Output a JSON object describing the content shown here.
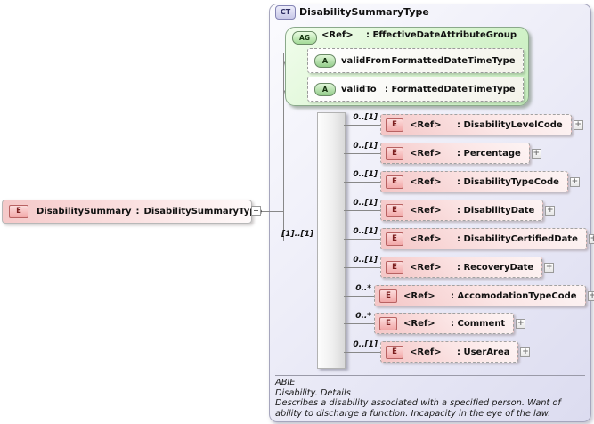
{
  "separator": ":",
  "icons": {
    "expand_plus": "+",
    "sequence_icon": "sequence-model-group",
    "collapse_handle": "expanded-connector"
  },
  "root_element": {
    "badge": "E",
    "name": "DisabilitySummary",
    "type": "DisabilitySummaryType"
  },
  "panel": {
    "badge": "CT",
    "title": "DisabilitySummaryType",
    "attribute_group": {
      "badge": "AG",
      "ref": "<Ref>",
      "type": "EffectiveDateAttributeGroup",
      "attributes": [
        {
          "badge": "A",
          "name": "validFrom",
          "type": "FormattedDateTimeType"
        },
        {
          "badge": "A",
          "name": "validTo",
          "type": "FormattedDateTimeType"
        }
      ]
    },
    "sequence": {
      "cardinality": "[1]..[1]"
    },
    "children": [
      {
        "badge": "E",
        "ref": "<Ref>",
        "type": "DisabilityLevelCode",
        "cardinality": "0..[1]"
      },
      {
        "badge": "E",
        "ref": "<Ref>",
        "type": "Percentage",
        "cardinality": "0..[1]"
      },
      {
        "badge": "E",
        "ref": "<Ref>",
        "type": "DisabilityTypeCode",
        "cardinality": "0..[1]"
      },
      {
        "badge": "E",
        "ref": "<Ref>",
        "type": "DisabilityDate",
        "cardinality": "0..[1]"
      },
      {
        "badge": "E",
        "ref": "<Ref>",
        "type": "DisabilityCertifiedDate",
        "cardinality": "0..[1]"
      },
      {
        "badge": "E",
        "ref": "<Ref>",
        "type": "RecoveryDate",
        "cardinality": "0..[1]"
      },
      {
        "badge": "E",
        "ref": "<Ref>",
        "type": "AccomodationTypeCode",
        "cardinality": "0..*"
      },
      {
        "badge": "E",
        "ref": "<Ref>",
        "type": "Comment",
        "cardinality": "0..*"
      },
      {
        "badge": "E",
        "ref": "<Ref>",
        "type": "UserArea",
        "cardinality": "0..[1]"
      }
    ],
    "footer": {
      "abbrev": "ABIE",
      "subtitle": "Disability. Details",
      "description": "Describes a disability associated with a specified person. Want of ability to discharge a function.  Incapacity in the eye of the law."
    }
  }
}
